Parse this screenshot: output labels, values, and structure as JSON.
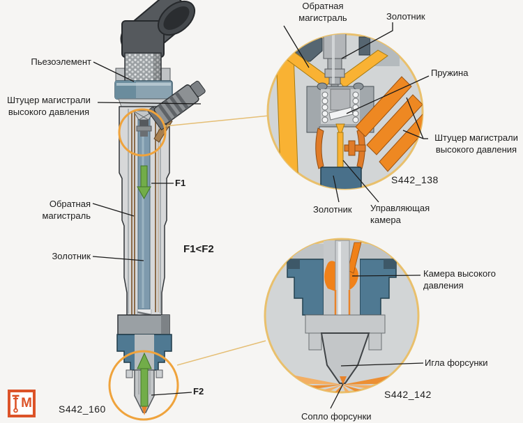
{
  "colors": {
    "background": "#f6f5f3",
    "highlight_circle_orange": "#efa33c",
    "callout_rim_tan": "#e9c06c",
    "channel_yellow": "#f9b233",
    "channel_orange": "#ee8822",
    "steel_blue": "#4f7992",
    "arrow_green": "#72ad49",
    "metal_gray": "#c6c9cb",
    "dark_outline": "#2e3236",
    "logo_red": "#dc5328"
  },
  "main_injector": {
    "labels": {
      "piezo": "Пьезоэлемент",
      "hp_fitting_line1": "Штуцер магистрали",
      "hp_fitting_line2": "высокого давления",
      "return_line1": "Обратная",
      "return_line2": "магистраль",
      "spool": "Золотник",
      "f1": "F1",
      "formula": "F1<F2",
      "f2": "F2",
      "caption": "S442_160"
    }
  },
  "valve_callout": {
    "labels": {
      "return_line1": "Обратная",
      "return_line2": "магистраль",
      "spool_top": "Золотник",
      "spring": "Пружина",
      "hp_fitting_line1": "Штуцер магистрали",
      "hp_fitting_line2": "высокого давления",
      "caption": "S442_138",
      "spool_bottom": "Золотник",
      "control_chamber_line1": "Управляющая",
      "control_chamber_line2": "камера"
    }
  },
  "nozzle_callout": {
    "labels": {
      "hp_chamber_line1": "Камера высокого",
      "hp_chamber_line2": "давления",
      "needle": "Игла форсунки",
      "caption": "S442_142",
      "nozzle": "Сопло форсунки"
    }
  },
  "logo": {
    "letter": "М"
  }
}
